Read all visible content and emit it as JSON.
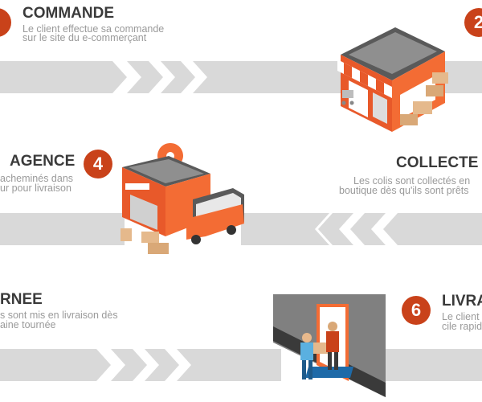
{
  "colors": {
    "accent": "#c9421a",
    "band": "#d9d9d9",
    "title": "#3a3a3a",
    "text": "#9a9a9a"
  },
  "steps": [
    {
      "number": "",
      "title": "COMMANDE",
      "line1": "Le client effectue sa commande",
      "line2": "sur le site du e-commerçant"
    },
    {
      "number": "2",
      "title": "",
      "line1": "",
      "line2": ""
    },
    {
      "number": "",
      "title": "COLLECTE",
      "line1": "Les colis sont collectés en",
      "line2": "boutique dès qu'ils sont prêts"
    },
    {
      "number": "4",
      "title": "AGENCE",
      "line1": "acheminés dans",
      "line2": "ur pour livraison"
    },
    {
      "number": "",
      "title": "RNEE",
      "line1": "s sont mis en livraison dès",
      "line2": "aine tournée"
    },
    {
      "number": "6",
      "title": "LIVRA",
      "line1": "Le client",
      "line2": "cile rapid"
    }
  ],
  "icons": {
    "shop": "shop-icon",
    "agency": "agency-icon",
    "van": "delivery-van-icon",
    "pin": "location-pin-icon",
    "door": "door-delivery-icon",
    "parcels": "parcels-icon"
  }
}
